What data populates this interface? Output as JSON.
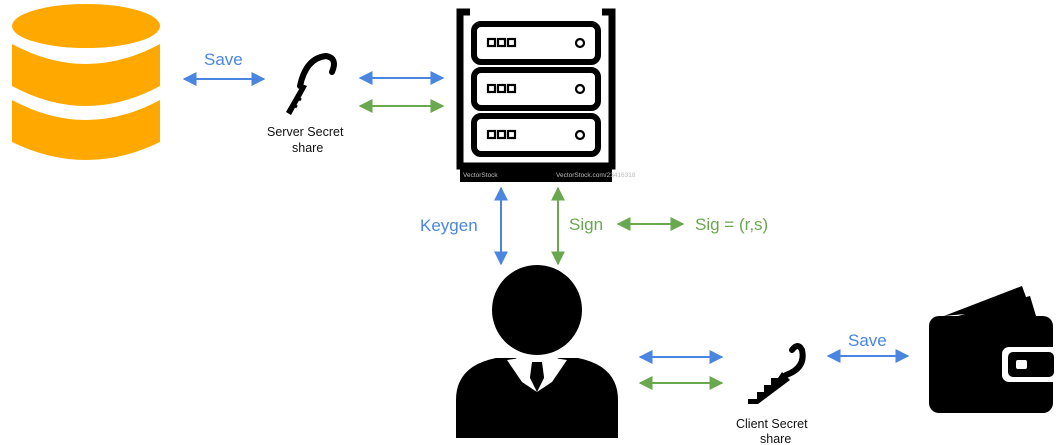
{
  "labels": {
    "save_top": "Save",
    "server_secret_line1": "Server Secret",
    "server_secret_line2": "share",
    "keygen": "Keygen",
    "sign": "Sign",
    "signature": "Sig = (r,s)",
    "save_bottom": "Save",
    "client_secret_line1": "Client Secret",
    "client_secret_line2": "share",
    "watermark_left": "VectorStock",
    "watermark_right": "VectorStock.com/23416318"
  },
  "colors": {
    "blue_arrow": "#4a86e0",
    "green_arrow": "#6aa84f",
    "database": "#ffa800",
    "black": "#000000"
  },
  "icons": [
    "database-icon",
    "key-icon",
    "server-rack-icon",
    "person-icon",
    "key-icon",
    "wallet-icon"
  ]
}
